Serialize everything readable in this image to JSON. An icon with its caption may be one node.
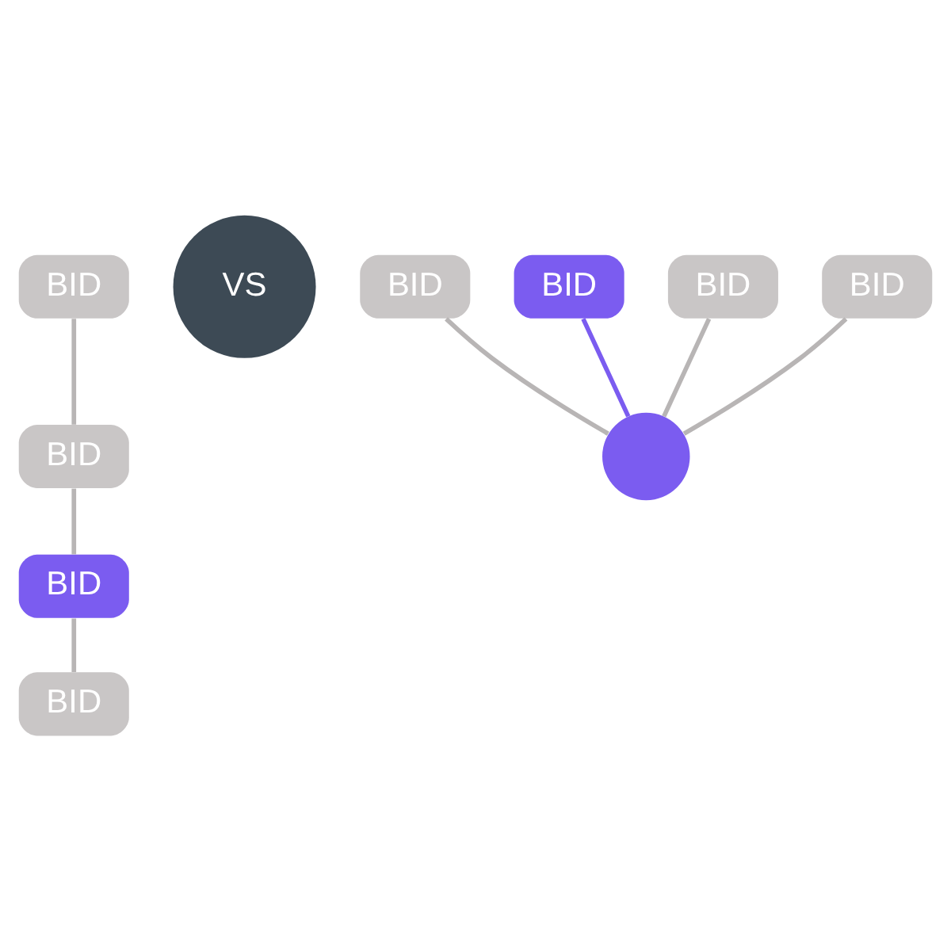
{
  "diagram": {
    "nodes": [
      {
        "text": [
          "BID"
        ]
      },
      {
        "text": [
          "BID"
        ]
      },
      {
        "text": [
          "BID"
        ]
      },
      {
        "text": [
          "BID"
        ]
      },
      {
        "text": [
          "VS"
        ]
      },
      {
        "text": [
          "BID"
        ]
      },
      {
        "text": [
          "BID"
        ]
      },
      {
        "text": [
          "BID"
        ]
      },
      {
        "text": [
          "BID"
        ]
      },
      {
        "text": [],
        "shape": "circle"
      }
    ],
    "edges": [
      {
        "from": 0,
        "to": 1,
        "arrow": "none"
      },
      {
        "from": 1,
        "to": 2,
        "arrow": "none"
      },
      {
        "from": 2,
        "to": 3,
        "arrow": "none"
      },
      {
        "from": 5,
        "to": 9,
        "arrow": "none"
      },
      {
        "from": 6,
        "to": 9,
        "arrow": "none",
        "color": "#7b5cf0"
      },
      {
        "from": 7,
        "to": 9,
        "arrow": "none"
      },
      {
        "from": 8,
        "to": 9,
        "arrow": "none"
      }
    ]
  }
}
